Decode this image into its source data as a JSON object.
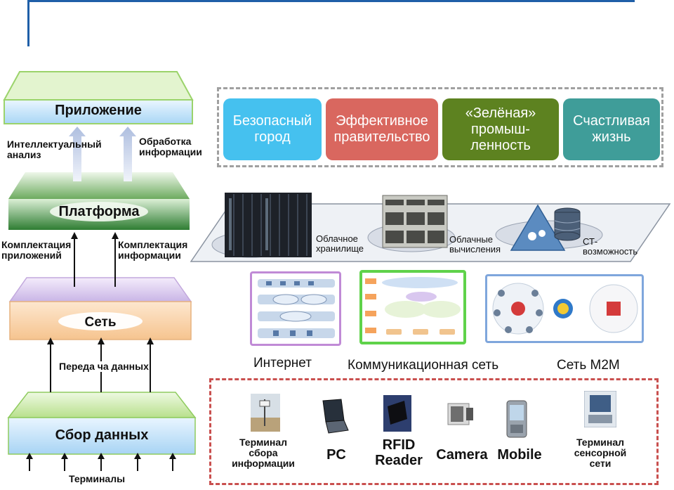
{
  "header": {
    "accent_color": "#1f5fa8"
  },
  "layers": [
    {
      "id": "app",
      "label": "Приложение"
    },
    {
      "id": "platform",
      "label": "Платформа"
    },
    {
      "id": "network",
      "label": "Сеть"
    },
    {
      "id": "collect",
      "label": "Сбор данных"
    }
  ],
  "arrows": {
    "intel": "Интеллектуальный\nанализ",
    "processing": "Обработка\nинформации",
    "complect_apps": "Комплектация\nприложений",
    "complect_info": "Комплектация\nинформации",
    "transfer": "Переда ча данных",
    "terminals": "Терминалы"
  },
  "applications": [
    {
      "label": "Безопасный\nгород",
      "color": "#45c1ef"
    },
    {
      "label": "Эффективное\nправительство",
      "color": "#d9675f"
    },
    {
      "label": "«Зелёная»\nпромыш-\nленность",
      "color": "#5d8220"
    },
    {
      "label": "Счастливая\nжизнь",
      "color": "#3f9d99"
    }
  ],
  "platform": {
    "storage": "Облачное\nхранилище",
    "computing": "Облачные\nвычисления",
    "ct": "СТ-\nвозможность"
  },
  "networks": [
    {
      "label": "Интернет",
      "border": "#c08ad6"
    },
    {
      "label": "Коммуникационная сеть",
      "border": "#5fd24a"
    },
    {
      "label": "Сеть M2M",
      "border": "#7fa6dc"
    }
  ],
  "terminals": [
    {
      "label": "Терминал\nсбора\nинформации",
      "icon": "weather-station-icon"
    },
    {
      "label": "PC",
      "icon": "laptop-icon"
    },
    {
      "label": "RFID\nReader",
      "icon": "rfid-reader-icon"
    },
    {
      "label": "Camera",
      "icon": "camera-icon"
    },
    {
      "label": "Mobile",
      "icon": "pda-icon"
    },
    {
      "label": "Терминал\nсенсорной\nсети",
      "icon": "sensor-terminal-icon"
    }
  ]
}
